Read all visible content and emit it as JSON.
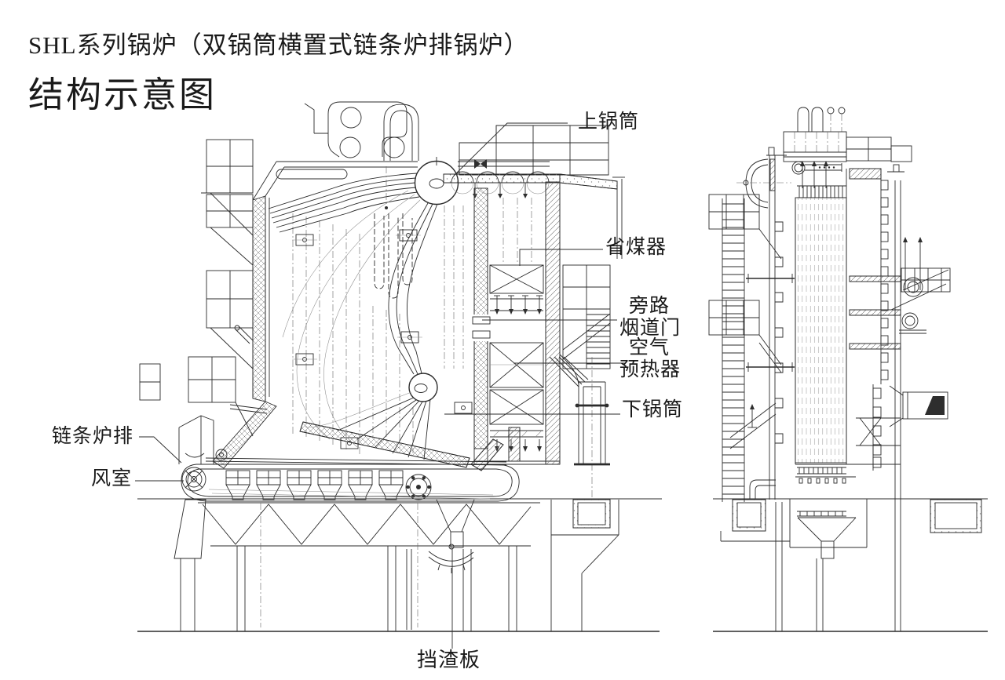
{
  "page": {
    "paper_color": "#ffffff",
    "ink_color": "#2b2b2b",
    "description_type": "boiler structure schematic scan"
  },
  "title": {
    "line1": "SHL系列锅炉（双锅筒横置式链条炉排锅炉）",
    "line2": "结构示意图"
  },
  "labels": {
    "upper_drum": "上锅筒",
    "economizer": "省煤器",
    "bypass_flue_door": {
      "line1": "旁路",
      "line2": "烟道门"
    },
    "air_preheater": {
      "line1": "空气",
      "line2": "预热器"
    },
    "lower_drum": "下锅筒",
    "chain_grate": "链条炉排",
    "air_chamber": "风室",
    "slag_baffle": "挡渣板"
  }
}
